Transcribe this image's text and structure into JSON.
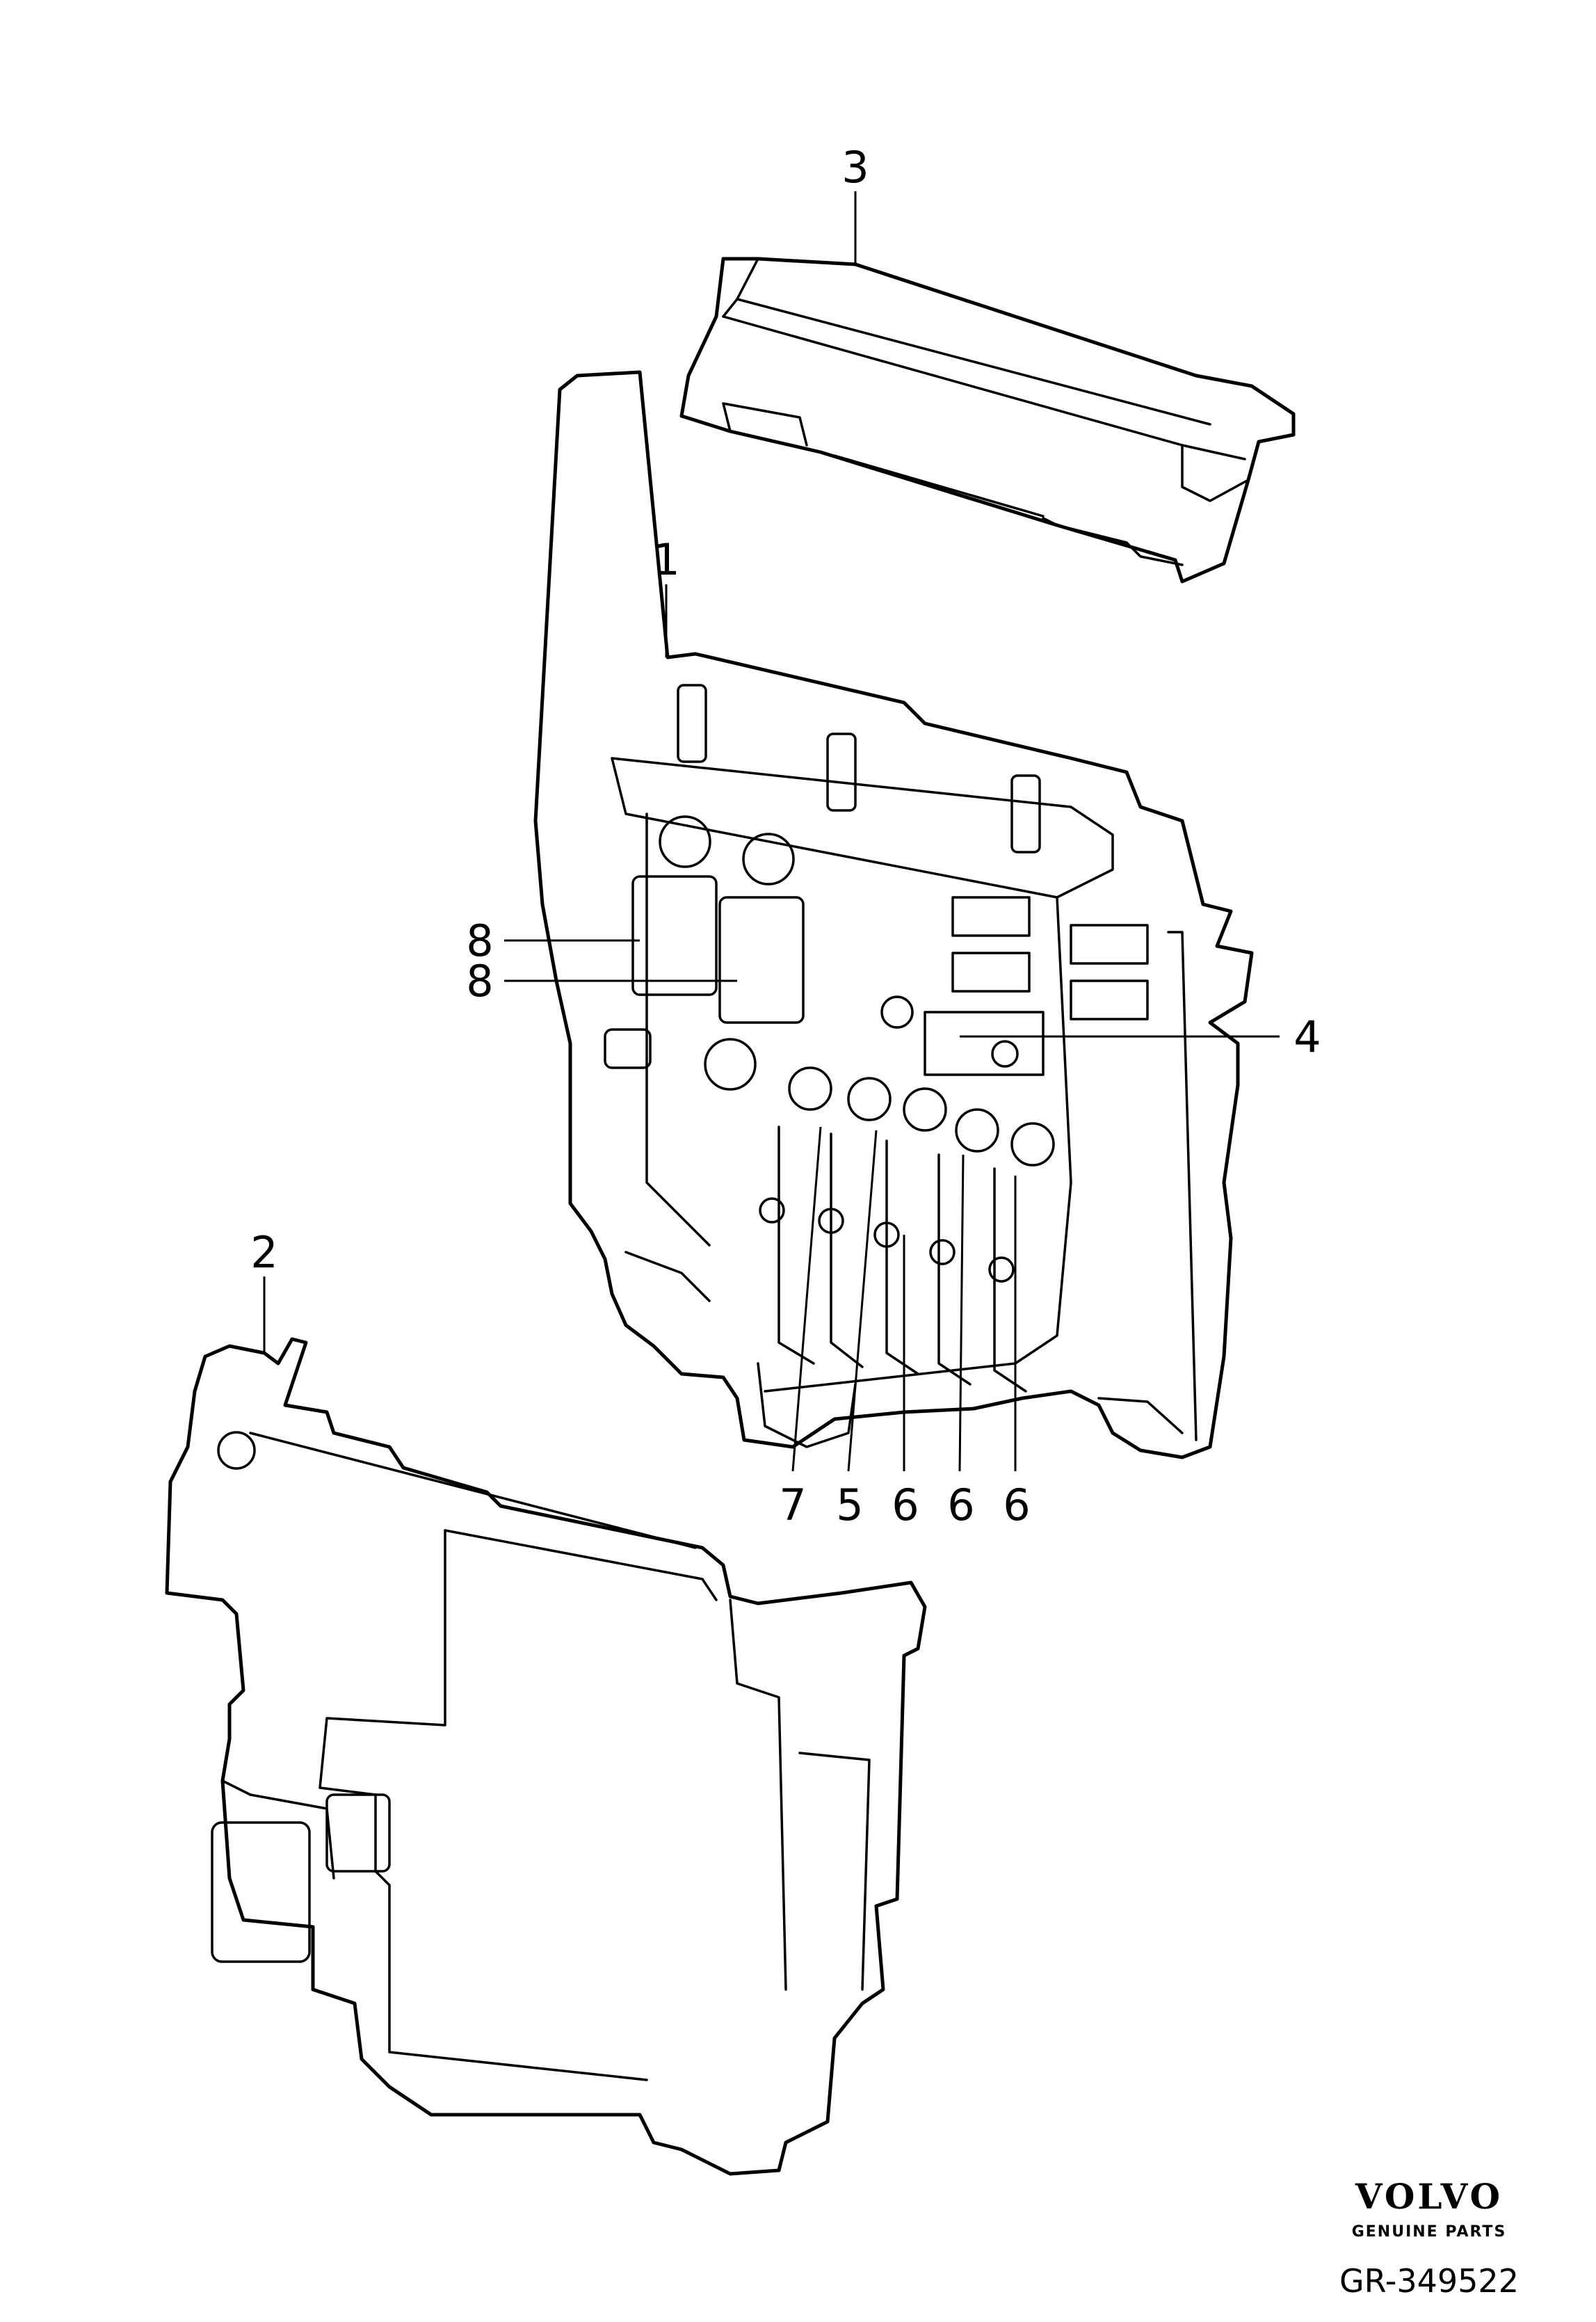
{
  "callouts": {
    "c1": "1",
    "c2": "2",
    "c3": "3",
    "c4": "4",
    "c5": "5",
    "c6a": "6",
    "c6b": "6",
    "c6c": "6",
    "c7": "7",
    "c8a": "8",
    "c8b": "8"
  },
  "branding": {
    "logo_text": "VOLVO",
    "tagline": "GENUINE PARTS",
    "reference": "GR-349522"
  }
}
